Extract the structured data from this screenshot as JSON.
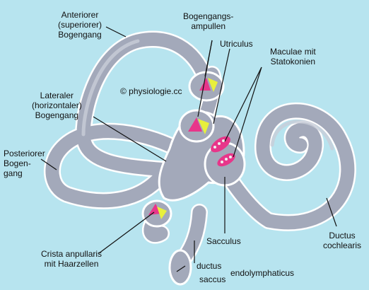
{
  "labels": {
    "anterior": "Anteriorer\n(superiorer)\nBogengang",
    "ampullen": "Bogengangs-\nampullen",
    "utriculus": "Utriculus",
    "maculae": "Maculae mit\nStatokonien",
    "copyright": "© physiologie.cc",
    "lateral": "Lateraler\n(horizontaler)\nBogengang",
    "posterior": "Posteriorer\nBogen-\ngang",
    "sacculus": "Sacculus",
    "ductus_cochlearis": "Ductus\ncochlearis",
    "crista": "Crista anpullaris\nmit Haarzellen",
    "ductus": "ductus",
    "saccus": "saccus",
    "endolymphaticus": "endolymphaticus"
  },
  "colors": {
    "background": "#b7e4ef",
    "membrane_fill": "#a3a9ba",
    "membrane_highlight": "#c8cdd8",
    "membrane_outline": "#ffffff",
    "hair_cells": "#e8368a",
    "cupula": "#e8f03c",
    "statoconia": "#f0f0f0",
    "leader_lines": "#111111"
  }
}
